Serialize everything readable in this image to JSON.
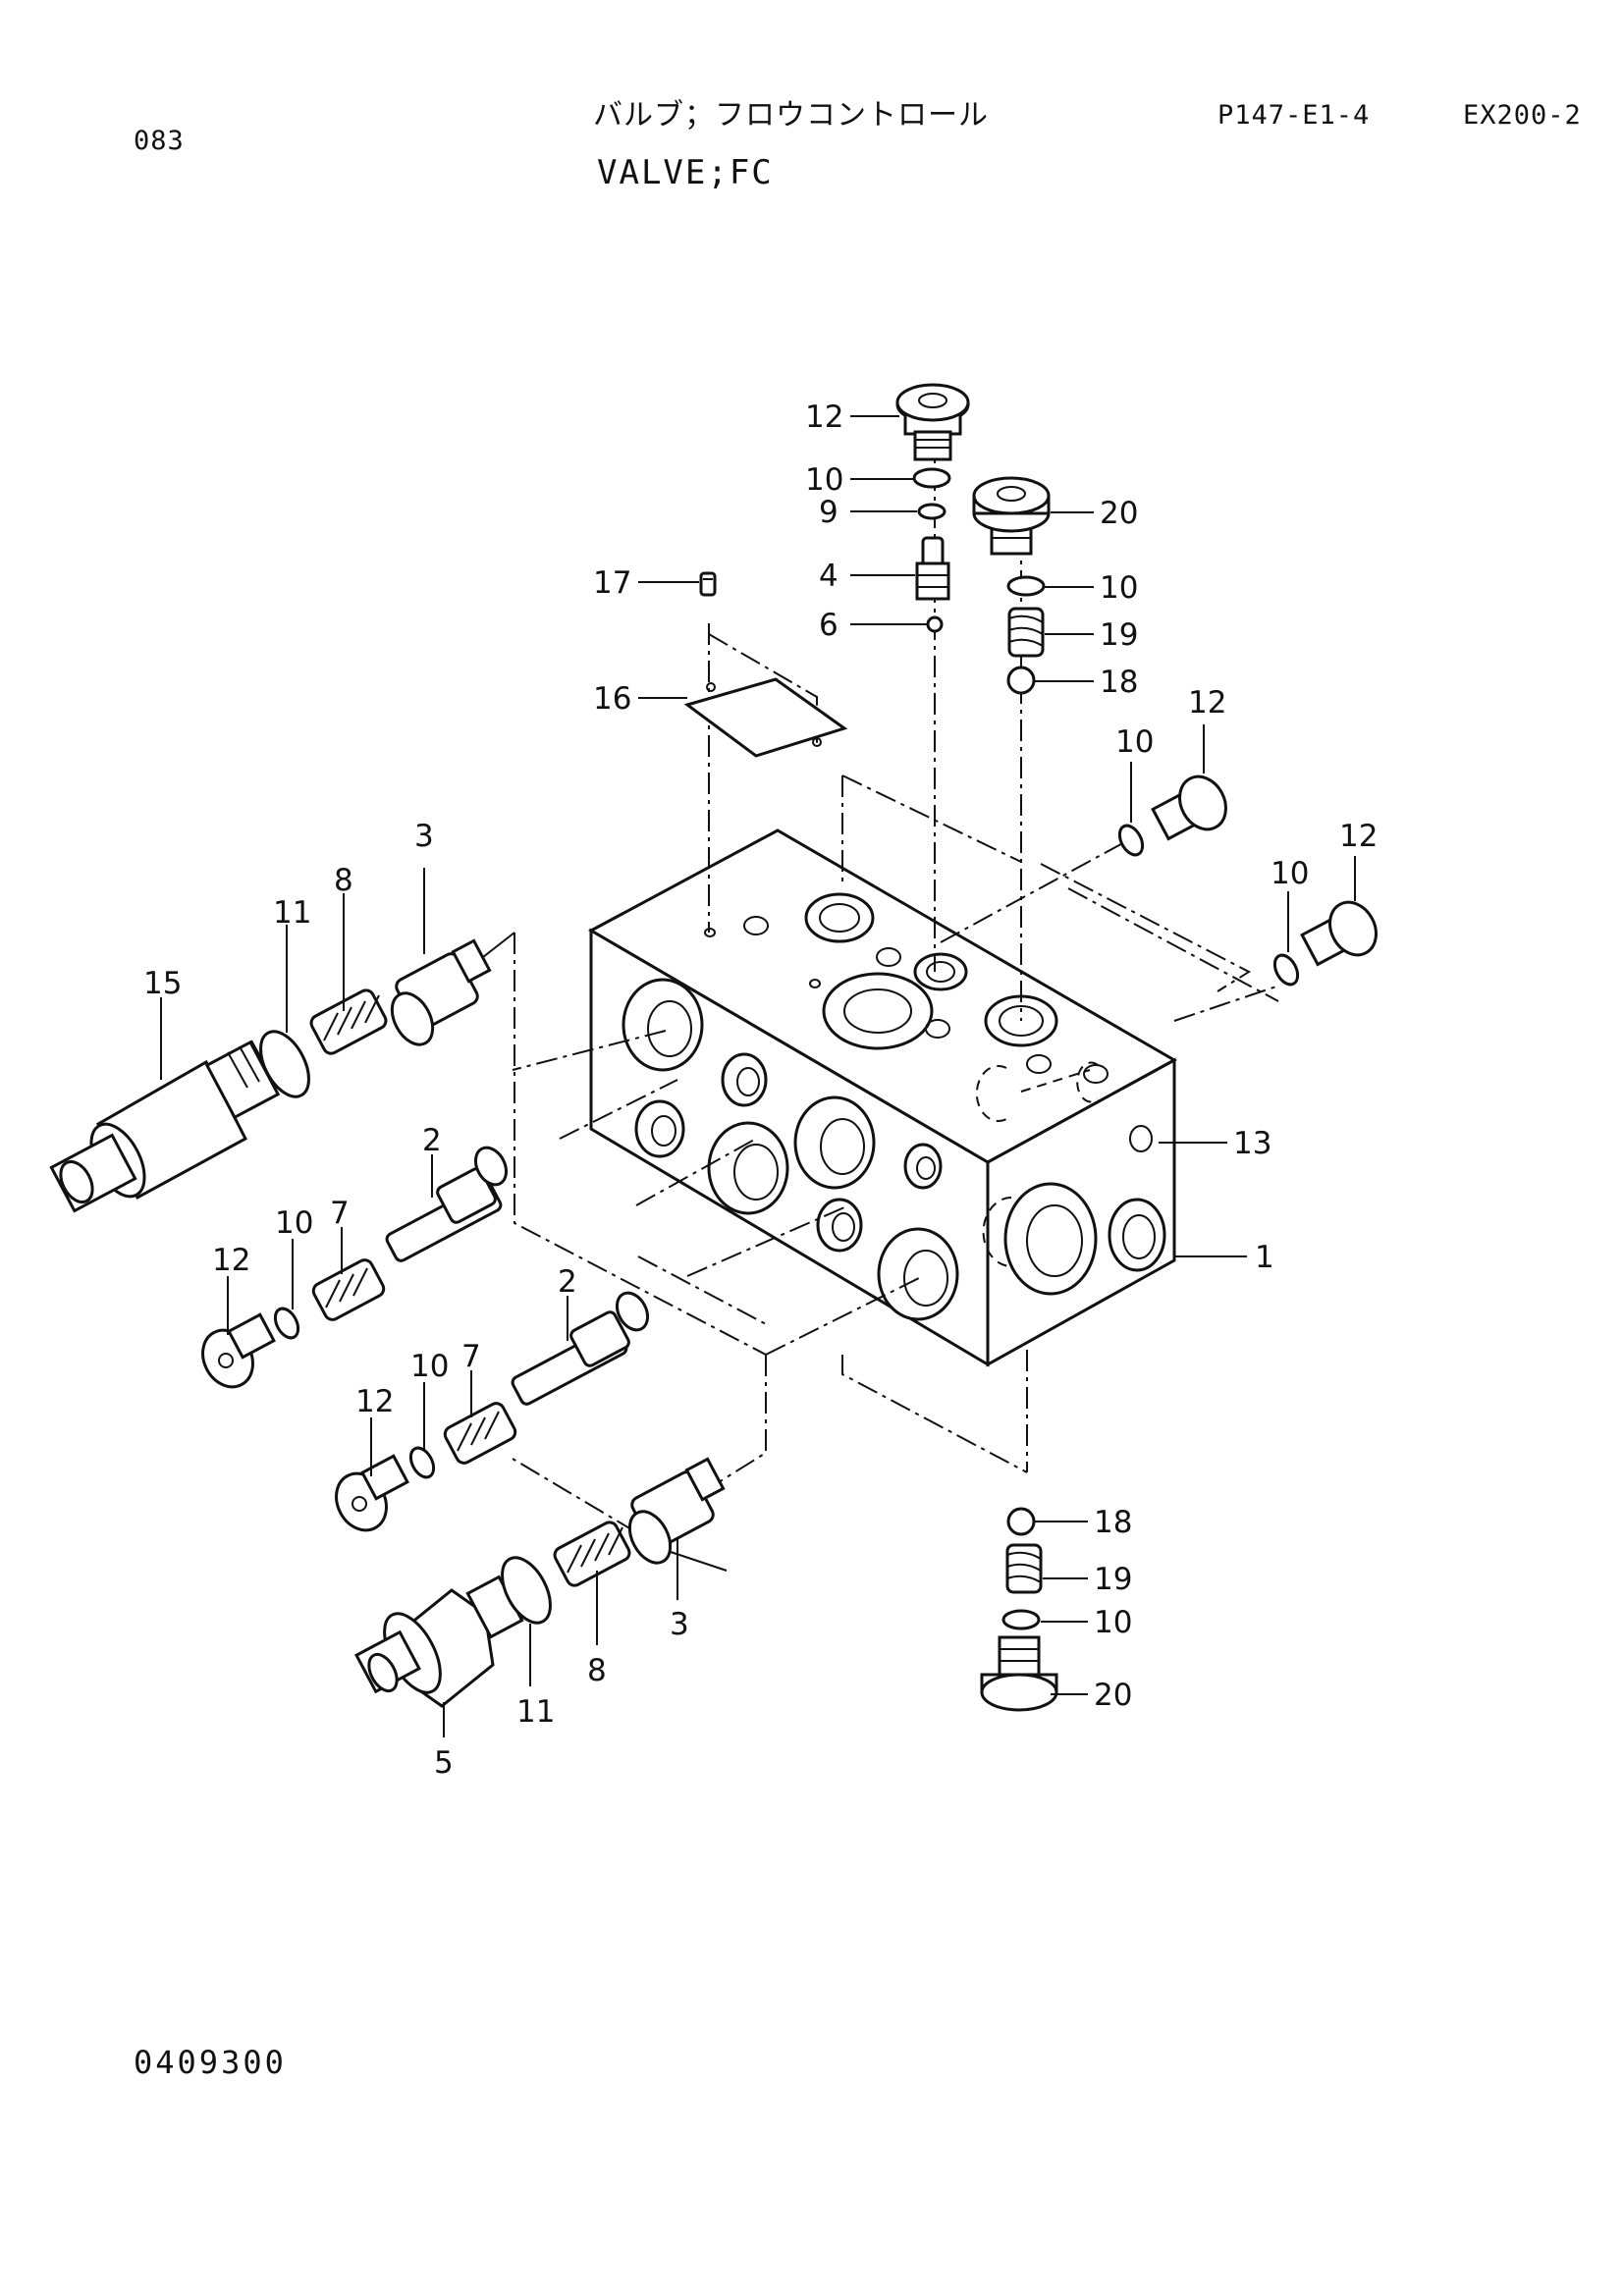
{
  "header": {
    "page_code": "083",
    "title_jp": "バルブ；フロウコントロール",
    "title_en": "VALVE;FC",
    "page_ref": "P147-E1-4",
    "model": "EX200-2"
  },
  "footer": {
    "drawing_number": "0409300"
  },
  "callouts": [
    "1",
    "2",
    "2",
    "3",
    "3",
    "4",
    "5",
    "6",
    "7",
    "7",
    "8",
    "8",
    "9",
    "10",
    "10",
    "10",
    "10",
    "10",
    "10",
    "11",
    "11",
    "12",
    "12",
    "12",
    "12",
    "12",
    "13",
    "15",
    "16",
    "17",
    "18",
    "18",
    "19",
    "19",
    "20",
    "20"
  ]
}
